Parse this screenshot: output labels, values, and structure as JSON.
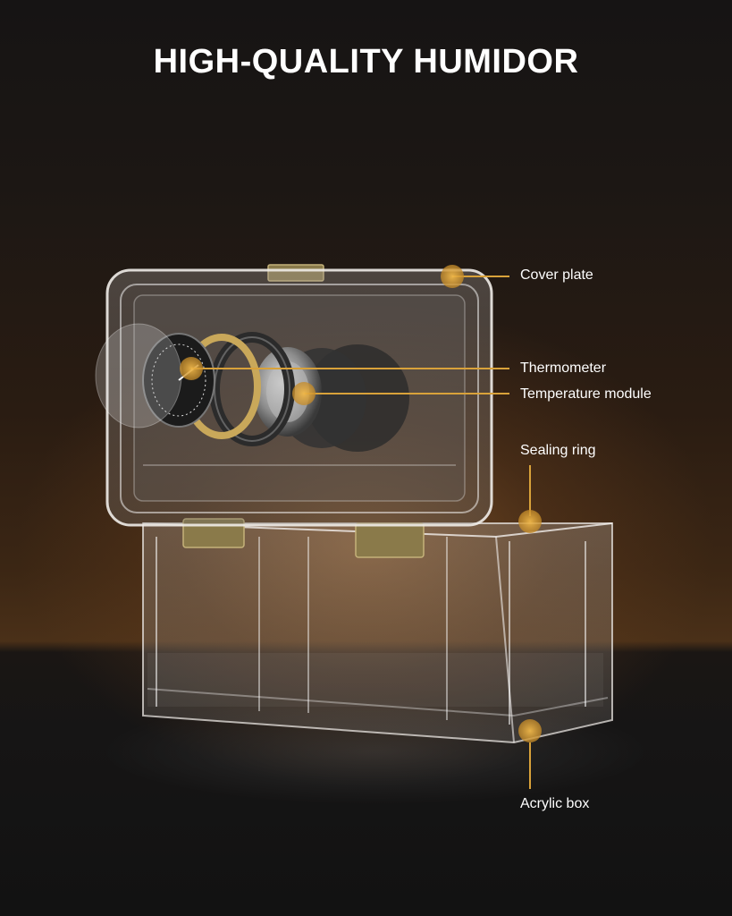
{
  "title": "HIGH-QUALITY HUMIDOR",
  "callouts": {
    "cover_plate": "Cover plate",
    "thermometer": "Thermometer",
    "temperature_module": "Temperature module",
    "sealing_ring": "Sealing ring",
    "acrylic_box": "Acrylic box"
  },
  "colors": {
    "accent": "#d9a23a",
    "text": "#ffffff"
  }
}
